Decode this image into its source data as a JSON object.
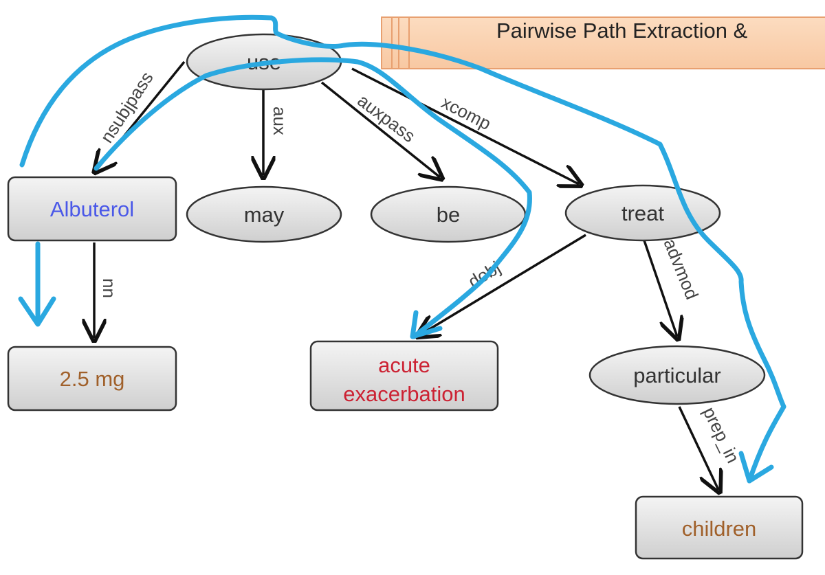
{
  "banner": {
    "text": "Pairwise Path Extraction &",
    "fill_color": "#fbd0b0",
    "stroke_color": "#e8a070"
  },
  "nodes": {
    "use": {
      "label": "use",
      "shape": "ellipse",
      "color": "#333333"
    },
    "albuterol": {
      "label": "Albuterol",
      "shape": "box",
      "color": "#4a58e8"
    },
    "may": {
      "label": "may",
      "shape": "ellipse",
      "color": "#333333"
    },
    "be": {
      "label": "be",
      "shape": "ellipse",
      "color": "#333333"
    },
    "treat": {
      "label": "treat",
      "shape": "ellipse",
      "color": "#333333"
    },
    "dose": {
      "label": "2.5 mg",
      "shape": "box",
      "color": "#a0602a"
    },
    "acute_exacerbation": {
      "label_line1": "acute",
      "label_line2": "exacerbation",
      "shape": "box",
      "color": "#cc2233"
    },
    "particular": {
      "label": "particular",
      "shape": "ellipse",
      "color": "#333333"
    },
    "children": {
      "label": "children",
      "shape": "box",
      "color": "#a0602a"
    }
  },
  "edges": {
    "nsubjpass": {
      "label": "nsubjpass",
      "from": "use",
      "to": "Albuterol"
    },
    "aux": {
      "label": "aux",
      "from": "use",
      "to": "may"
    },
    "auxpass": {
      "label": "auxpass",
      "from": "use",
      "to": "be"
    },
    "xcomp": {
      "label": "xcomp",
      "from": "use",
      "to": "treat"
    },
    "nn": {
      "label": "nn",
      "from": "Albuterol",
      "to": "2.5 mg"
    },
    "dobj": {
      "label": "dobj",
      "from": "treat",
      "to": "acute exacerbation"
    },
    "advmod": {
      "label": "advmod",
      "from": "treat",
      "to": "particular"
    },
    "prep_in": {
      "label": "prep_in",
      "from": "particular",
      "to": "children"
    }
  },
  "colors": {
    "node_fill_top": "#f4f4f4",
    "node_fill_bottom": "#cfcfcf",
    "annotation_path": "#2aa8e0"
  }
}
